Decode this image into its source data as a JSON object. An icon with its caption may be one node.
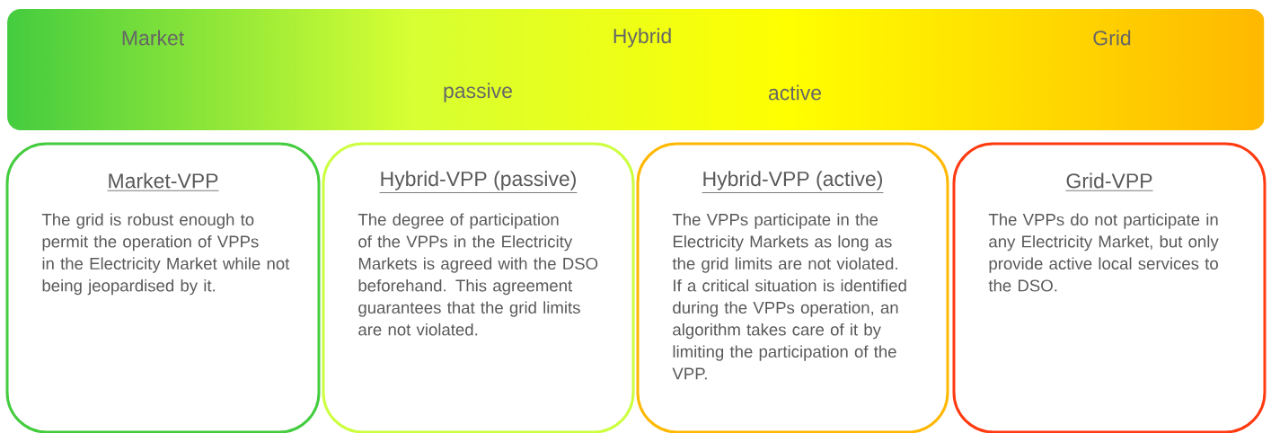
{
  "diagram": {
    "nodes": [
      {
        "text": [
          "Market",
          "Hybrid",
          "Grid",
          "passive",
          "active"
        ]
      },
      {
        "text": [
          "Market-VPP",
          "The grid is robust enough to permit the operation of VPPs in the Electricity Market while not being jeopardised by it."
        ]
      },
      {
        "text": [
          "Hybrid-VPP (passive)",
          "The degree of participation of the VPPs in the Electricity Markets is agreed with the DSO beforehand. This agreement guarantees that the grid limits are not violated."
        ]
      },
      {
        "text": [
          "Hybrid-VPP (active)",
          "The VPPs participate in the Electricity Markets as long as the grid limits are not violated. If a critical situation is identified during the VPPs operation, an algorithm takes care of it by limiting the participation of the VPP."
        ]
      },
      {
        "text": [
          "Grid-VPP",
          "The VPPs do not participate in any Electricity Market, but only provide active local services to the DSO."
        ]
      }
    ],
    "edges": []
  }
}
